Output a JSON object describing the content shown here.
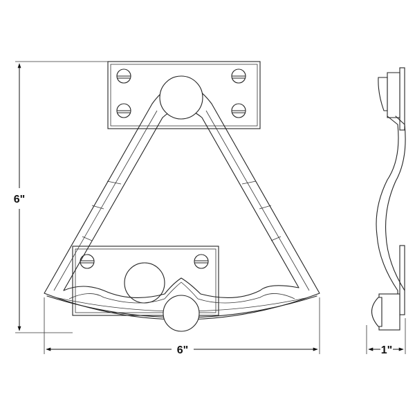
{
  "dimensions": {
    "height_label": "6\"",
    "width_label": "6\"",
    "depth_label": "1\""
  }
}
